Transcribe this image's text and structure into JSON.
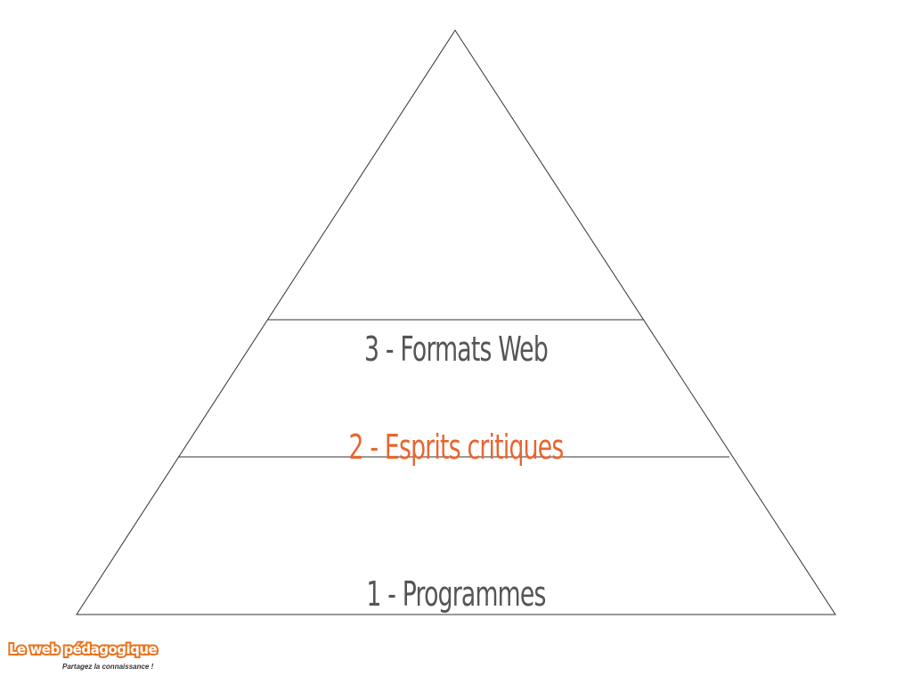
{
  "diagram": {
    "type": "pyramid",
    "stroke_color": "#333333",
    "tiers": [
      {
        "label": "3 - Formats Web",
        "color": "#555555"
      },
      {
        "label": "2 - Esprits critiques",
        "color": "#e8652f"
      },
      {
        "label": "1 - Programmes",
        "color": "#555555"
      }
    ]
  },
  "branding": {
    "logo_text": "Le web pédagogique",
    "tagline": "Partagez la connaissance !",
    "logo_color": "#e8731f"
  }
}
